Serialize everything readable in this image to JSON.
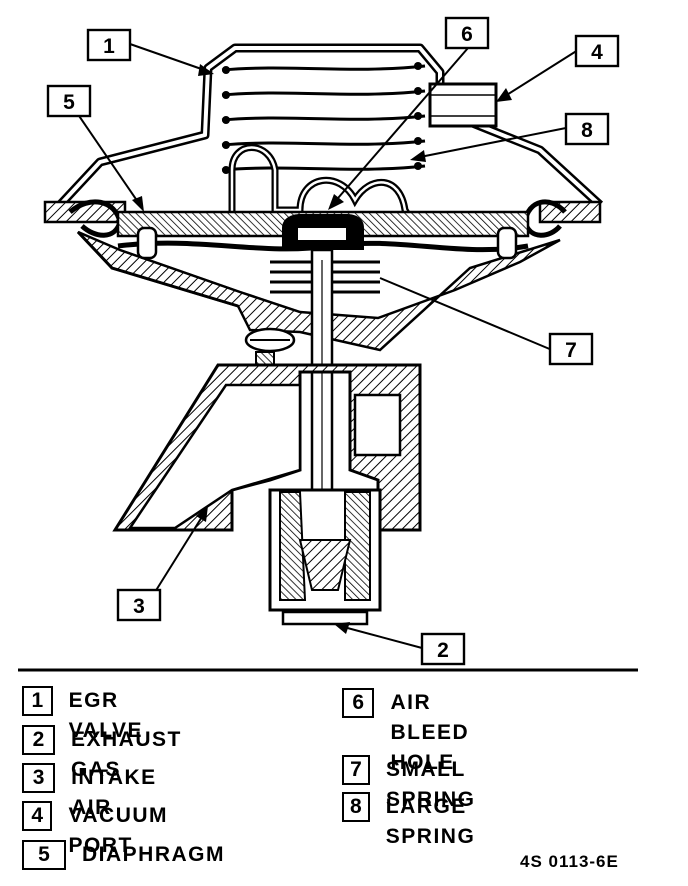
{
  "callouts": [
    {
      "number": "1"
    },
    {
      "number": "2"
    },
    {
      "number": "3"
    },
    {
      "number": "4"
    },
    {
      "number": "5"
    },
    {
      "number": "6"
    },
    {
      "number": "7"
    },
    {
      "number": "8"
    }
  ],
  "legend": [
    {
      "number": "1",
      "label": "EGR VALVE"
    },
    {
      "number": "2",
      "label": "EXHAUST GAS"
    },
    {
      "number": "3",
      "label": "INTAKE AIR"
    },
    {
      "number": "4",
      "label": "VACUUM PORT"
    },
    {
      "number": "5",
      "label": "DIAPHRAGM"
    },
    {
      "number": "6",
      "label": "AIR BLEED\nHOLE"
    },
    {
      "number": "7",
      "label": "SMALL SPRING"
    },
    {
      "number": "8",
      "label": "LARGE SPRING"
    }
  ],
  "figure_code": "4S 0113-6E"
}
